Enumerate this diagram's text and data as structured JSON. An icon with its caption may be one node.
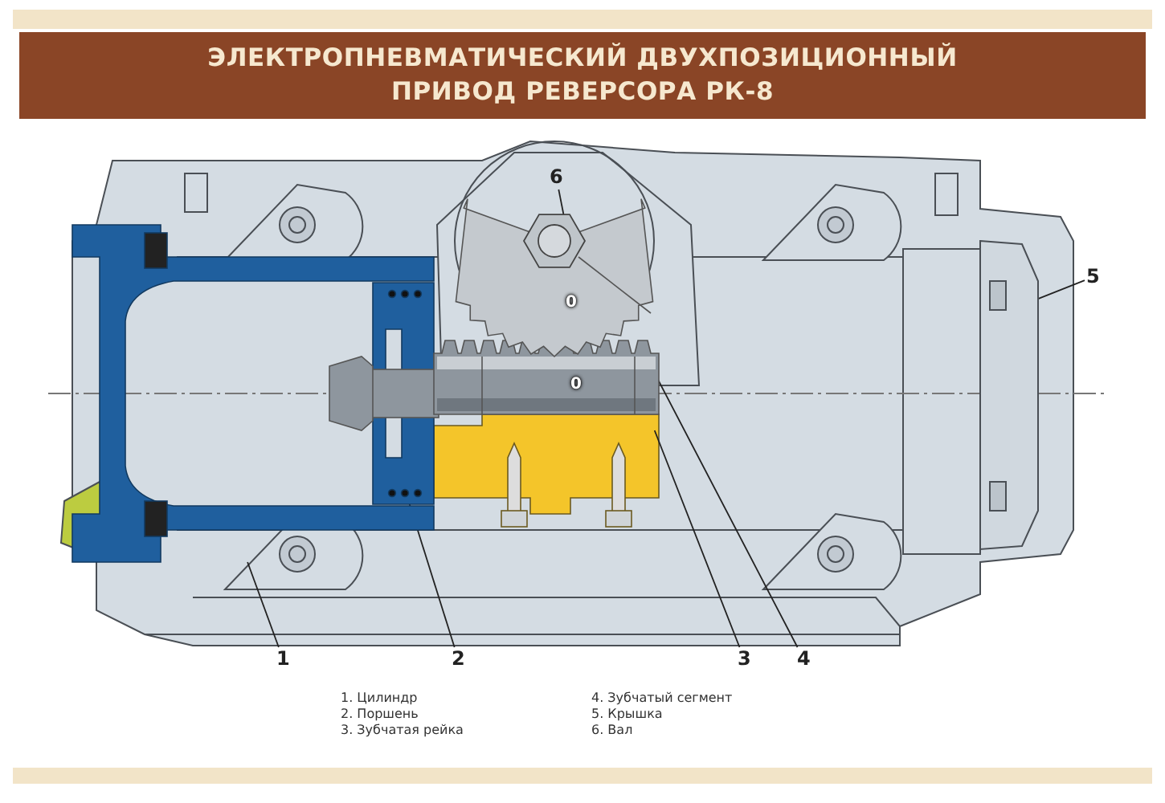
{
  "diagram": {
    "title": "ЭЛЕКТРОПНЕВМАТИЧЕСКИЙ ДВУХПОЗИЦИОННЫЙ ПРИВОД РЕВЕРСОРА РК-8",
    "nodes": [
      {
        "text": [
          "6"
        ]
      },
      {
        "text": [
          "5"
        ]
      },
      {
        "text": [
          "1"
        ]
      },
      {
        "text": [
          "2"
        ]
      },
      {
        "text": [
          "3"
        ]
      },
      {
        "text": [
          "4"
        ]
      },
      {
        "text": [],
        "shape": "picture"
      },
      {
        "text": [],
        "shape": "picture"
      },
      {
        "text": [],
        "shape": "picture"
      },
      {
        "text": [],
        "shape": "picture"
      },
      {
        "text": [],
        "shape": "picture"
      },
      {
        "text": [],
        "shape": "picture"
      }
    ],
    "edges": [
      {
        "from": 0,
        "to": 11,
        "arrow": "none"
      },
      {
        "from": 1,
        "to": 10,
        "arrow": "none"
      },
      {
        "from": 2,
        "to": 6,
        "arrow": "none"
      },
      {
        "from": 3,
        "to": 7,
        "arrow": "none"
      },
      {
        "from": 4,
        "to": 8,
        "arrow": "none"
      },
      {
        "from": 5,
        "to": 9,
        "arrow": "none"
      }
    ],
    "labels": [
      "0",
      "0",
      "1. Цилиндр",
      "2. Поршень",
      "3. Зубчатая рейка",
      "4. Зубчатый сегмент",
      "5. Крышка",
      "6. Вал"
    ]
  }
}
